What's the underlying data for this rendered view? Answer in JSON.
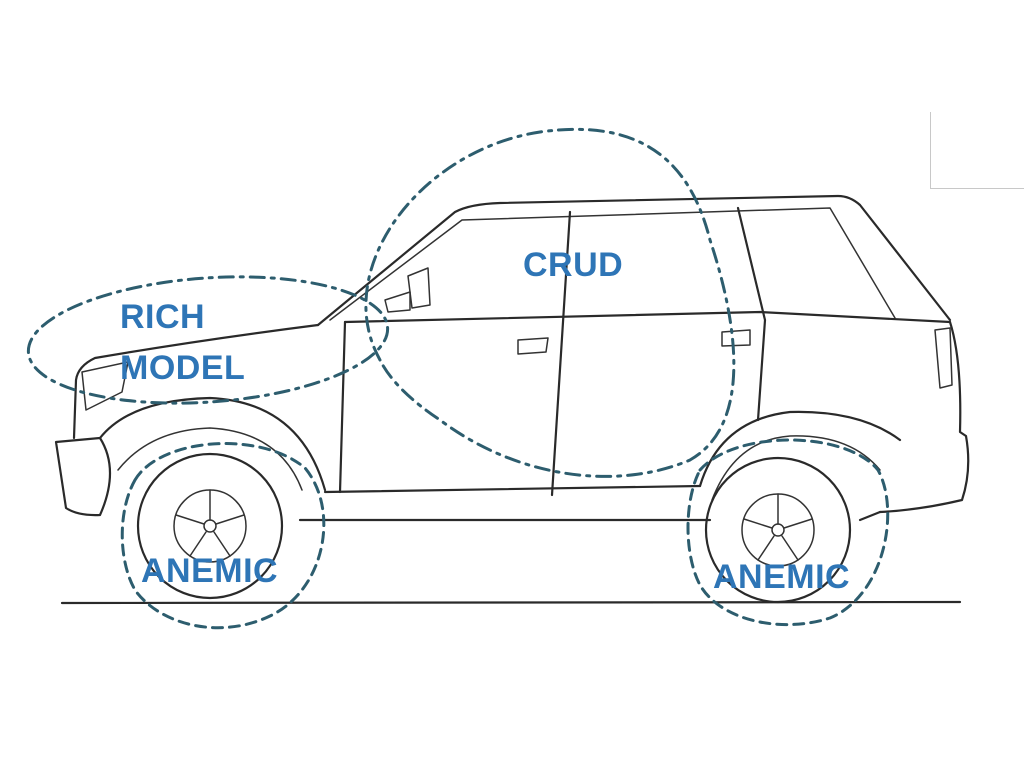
{
  "diagram": {
    "labels": {
      "rich_model_line1": "RICH",
      "rich_model_line2": "MODEL",
      "crud": "CRUD",
      "anemic_front": "ANEMIC",
      "anemic_rear": "ANEMIC"
    },
    "colors": {
      "label_text": "#2e75b6",
      "zone_outline": "#2d5d6e",
      "car_line_art": "#2a2a2a",
      "background": "#ffffff"
    },
    "zones": [
      {
        "label": "RICH MODEL",
        "part": "hood",
        "outline": "dash-dot"
      },
      {
        "label": "CRUD",
        "part": "cabin",
        "outline": "dash-dot"
      },
      {
        "label": "ANEMIC",
        "part": "front-wheel",
        "outline": "dashed"
      },
      {
        "label": "ANEMIC",
        "part": "rear-wheel",
        "outline": "dashed"
      }
    ]
  }
}
